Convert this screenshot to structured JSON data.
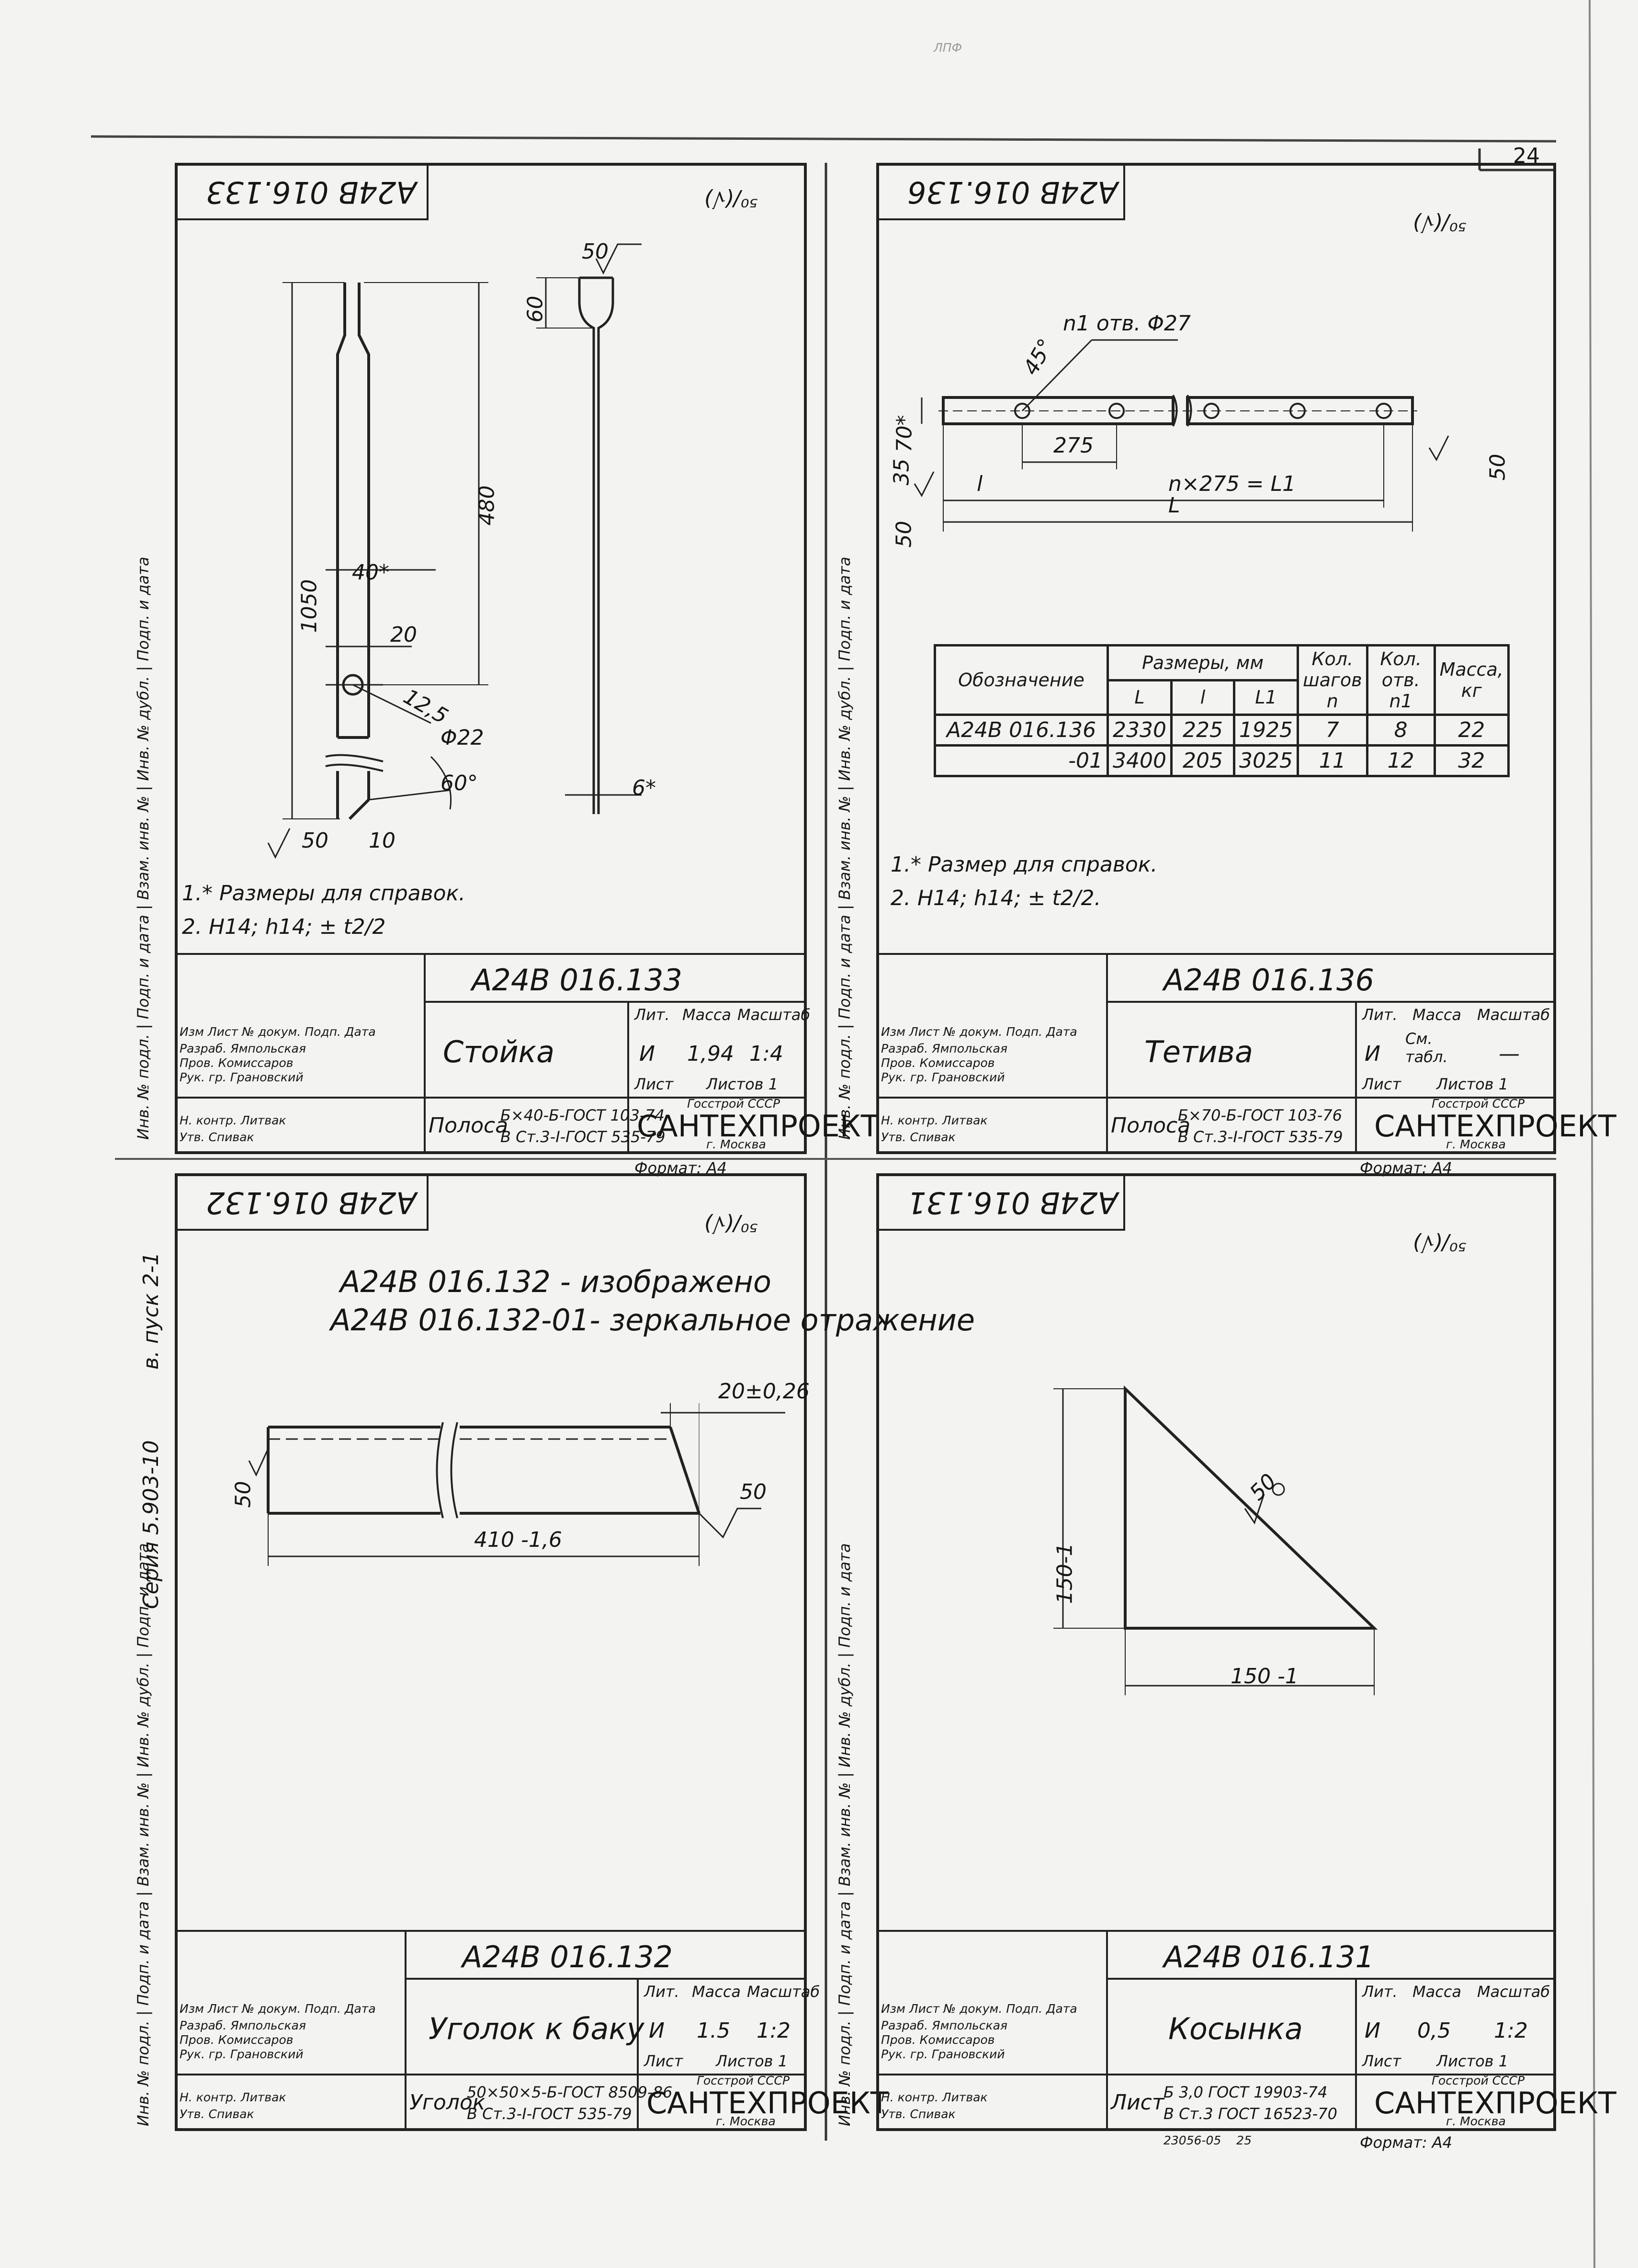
{
  "page": {
    "sheet_number": "24",
    "series_note": "Серия 5.903-10",
    "issue_note": "в. пуск 2-1",
    "footer_code": "23056-05",
    "footer_page": "25",
    "top_mark": "ЛПФ"
  },
  "stamp_side_labels": [
    "Инв. № подл.",
    "Подп. и дата",
    "Взам. инв. №",
    "Инв. № дубл.",
    "Подп. и дата"
  ],
  "stamp_common": {
    "col_headers": [
      "Изм",
      "Лист",
      "№ докум.",
      "Подп.",
      "Дата"
    ],
    "roles": [
      "Разраб.",
      "Пров.",
      "Рук. гр.",
      "Н. контр.",
      "Утв."
    ],
    "people": [
      "Ямпольская",
      "Комиссаров",
      "Грановский",
      "Литвак",
      "Спивак"
    ],
    "lit_label": "Лит.",
    "mass_label": "Масса",
    "scale_label": "Масштаб",
    "lit_value": "И",
    "sheet_label": "Лист",
    "sheets_label": "Листов 1",
    "org1": "Госстрой СССР",
    "org2": "САНТЕХПРОЕКТ",
    "org3": "г. Москва",
    "format": "Формат: А4"
  },
  "drawings": {
    "d133": {
      "code": "А24В 016.133",
      "name": "Стойка",
      "mass": "1,94",
      "scale": "1:4",
      "material_prefix": "Полоса",
      "material_line1": "Б×40-Б-ГОСТ 103-74",
      "material_line2": "В Ст.3-I-ГОСТ 535-79",
      "roughness": "⁵⁰/(√)",
      "dims": {
        "total": "1050",
        "upper": "480",
        "top": "60",
        "roughness_mark": "50",
        "width": "40*",
        "hole_offset": "20",
        "hole_pos": "12,5",
        "hole_dia": "Φ22",
        "angle": "60°",
        "bottom": "10",
        "bottom_mark": "50",
        "thickness": "6*"
      },
      "note1": "1.* Размеры для справок.",
      "note2": "2. H14; h14; ± t2/2"
    },
    "d136": {
      "code": "А24В 016.136",
      "name": "Тетива",
      "mass": "См. табл.",
      "scale": "—",
      "material_prefix": "Полоса",
      "material_line1": "Б×70-Б-ГОСТ 103-76",
      "material_line2": "В Ст.3-I-ГОСТ 535-79",
      "roughness": "⁵⁰/(√)",
      "dims": {
        "holes_label": "n1 отв. Φ27",
        "pitch": "275",
        "pitch_formula": "n×275 = L1",
        "l_small": "l",
        "l_big": "L",
        "height": "70*",
        "edge": "35",
        "angle_mark": "45°",
        "mark_left": "50",
        "mark_right": "50"
      },
      "table": {
        "head_top": [
          "Обозначение",
          "Размеры, мм",
          "Кол. шагов n",
          "Кол. отв. n1",
          "Масса, кг"
        ],
        "head_sub": [
          "L",
          "l",
          "L1"
        ],
        "rows": [
          [
            "А24В 016.136",
            "2330",
            "225",
            "1925",
            "7",
            "8",
            "22"
          ],
          [
            "-01",
            "3400",
            "205",
            "3025",
            "11",
            "12",
            "32"
          ]
        ]
      },
      "note1": "1.* Размер для справок.",
      "note2": "2. H14; h14; ± t2/2."
    },
    "d132": {
      "code": "А24В 016.132",
      "name": "Уголок к баку",
      "mass": "1.5",
      "scale": "1:2",
      "material_prefix": "Уголок",
      "material_line1": "50×50×5-Б-ГОСТ 8509-86",
      "material_line2": "В Ст.3-I-ГОСТ 535-79",
      "roughness": "⁵⁰/(√)",
      "line1": "А24В 016.132 - изображено",
      "line2": "А24В 016.132-01- зеркальное отражение",
      "dims": {
        "chamfer": "20±0,26",
        "length": "410 -1,6",
        "mark_left": "50",
        "mark_right": "50"
      }
    },
    "d131": {
      "code": "А24В 016.131",
      "name": "Косынка",
      "mass": "0,5",
      "scale": "1:2",
      "material_prefix": "Лист",
      "material_line1": "Б 3,0 ГОСТ 19903-74",
      "material_line2": "В Ст.3 ГОСТ 16523-70",
      "roughness": "⁵⁰/(√)",
      "dims": {
        "height": "150-1",
        "width": "150 -1",
        "mark": "50"
      }
    }
  }
}
